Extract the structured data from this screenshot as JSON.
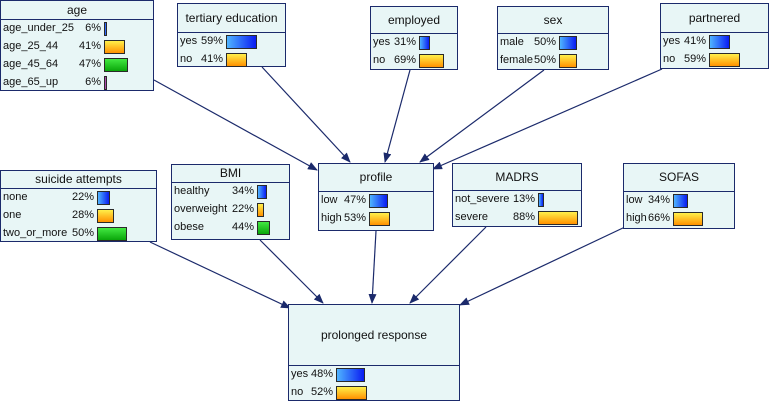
{
  "colors": {
    "node_bg": "#e8f6f6",
    "border": "#1b2a6b",
    "edge": "#1b2a6b"
  },
  "nodes": {
    "age": {
      "title": "age",
      "states": [
        {
          "label": "age_under_25",
          "pct": "6%",
          "value": 6,
          "color": "blue"
        },
        {
          "label": "age_25_44",
          "pct": "41%",
          "value": 41,
          "color": "orange"
        },
        {
          "label": "age_45_64",
          "pct": "47%",
          "value": 47,
          "color": "green"
        },
        {
          "label": "age_65_up",
          "pct": "6%",
          "value": 6,
          "color": "purple"
        }
      ]
    },
    "tertiary_education": {
      "title": "tertiary education",
      "states": [
        {
          "label": "yes",
          "pct": "59%",
          "value": 59,
          "color": "blue"
        },
        {
          "label": "no",
          "pct": "41%",
          "value": 41,
          "color": "orange"
        }
      ]
    },
    "employed": {
      "title": "employed",
      "states": [
        {
          "label": "yes",
          "pct": "31%",
          "value": 31,
          "color": "blue"
        },
        {
          "label": "no",
          "pct": "69%",
          "value": 69,
          "color": "orange"
        }
      ]
    },
    "sex": {
      "title": "sex",
      "states": [
        {
          "label": "male",
          "pct": "50%",
          "value": 50,
          "color": "blue"
        },
        {
          "label": "female",
          "pct": "50%",
          "value": 50,
          "color": "orange"
        }
      ]
    },
    "partnered": {
      "title": "partnered",
      "states": [
        {
          "label": "yes",
          "pct": "41%",
          "value": 41,
          "color": "blue"
        },
        {
          "label": "no",
          "pct": "59%",
          "value": 59,
          "color": "orange"
        }
      ]
    },
    "suicide_attempts": {
      "title": "suicide attempts",
      "states": [
        {
          "label": "none",
          "pct": "22%",
          "value": 22,
          "color": "blue"
        },
        {
          "label": "one",
          "pct": "28%",
          "value": 28,
          "color": "orange"
        },
        {
          "label": "two_or_more",
          "pct": "50%",
          "value": 50,
          "color": "green"
        }
      ]
    },
    "bmi": {
      "title": "BMI",
      "states": [
        {
          "label": "healthy",
          "pct": "34%",
          "value": 34,
          "color": "blue"
        },
        {
          "label": "overweight",
          "pct": "22%",
          "value": 22,
          "color": "orange"
        },
        {
          "label": "obese",
          "pct": "44%",
          "value": 44,
          "color": "green"
        }
      ]
    },
    "profile": {
      "title": "profile",
      "states": [
        {
          "label": "low",
          "pct": "47%",
          "value": 47,
          "color": "blue"
        },
        {
          "label": "high",
          "pct": "53%",
          "value": 53,
          "color": "orange"
        }
      ]
    },
    "madrs": {
      "title": "MADRS",
      "states": [
        {
          "label": "not_severe",
          "pct": "13%",
          "value": 13,
          "color": "blue"
        },
        {
          "label": "severe",
          "pct": "88%",
          "value": 88,
          "color": "orange"
        }
      ]
    },
    "sofas": {
      "title": "SOFAS",
      "states": [
        {
          "label": "low",
          "pct": "34%",
          "value": 34,
          "color": "blue"
        },
        {
          "label": "high",
          "pct": "66%",
          "value": 66,
          "color": "orange"
        }
      ]
    },
    "prolonged_response": {
      "title": "prolonged response",
      "states": [
        {
          "label": "yes",
          "pct": "48%",
          "value": 48,
          "color": "blue"
        },
        {
          "label": "no",
          "pct": "52%",
          "value": 52,
          "color": "orange"
        }
      ]
    }
  },
  "edges": [
    {
      "from": "age",
      "to": "profile"
    },
    {
      "from": "tertiary_education",
      "to": "profile"
    },
    {
      "from": "employed",
      "to": "profile"
    },
    {
      "from": "sex",
      "to": "profile"
    },
    {
      "from": "partnered",
      "to": "profile"
    },
    {
      "from": "suicide_attempts",
      "to": "prolonged_response"
    },
    {
      "from": "bmi",
      "to": "prolonged_response"
    },
    {
      "from": "profile",
      "to": "prolonged_response"
    },
    {
      "from": "madrs",
      "to": "prolonged_response"
    },
    {
      "from": "sofas",
      "to": "prolonged_response"
    }
  ]
}
